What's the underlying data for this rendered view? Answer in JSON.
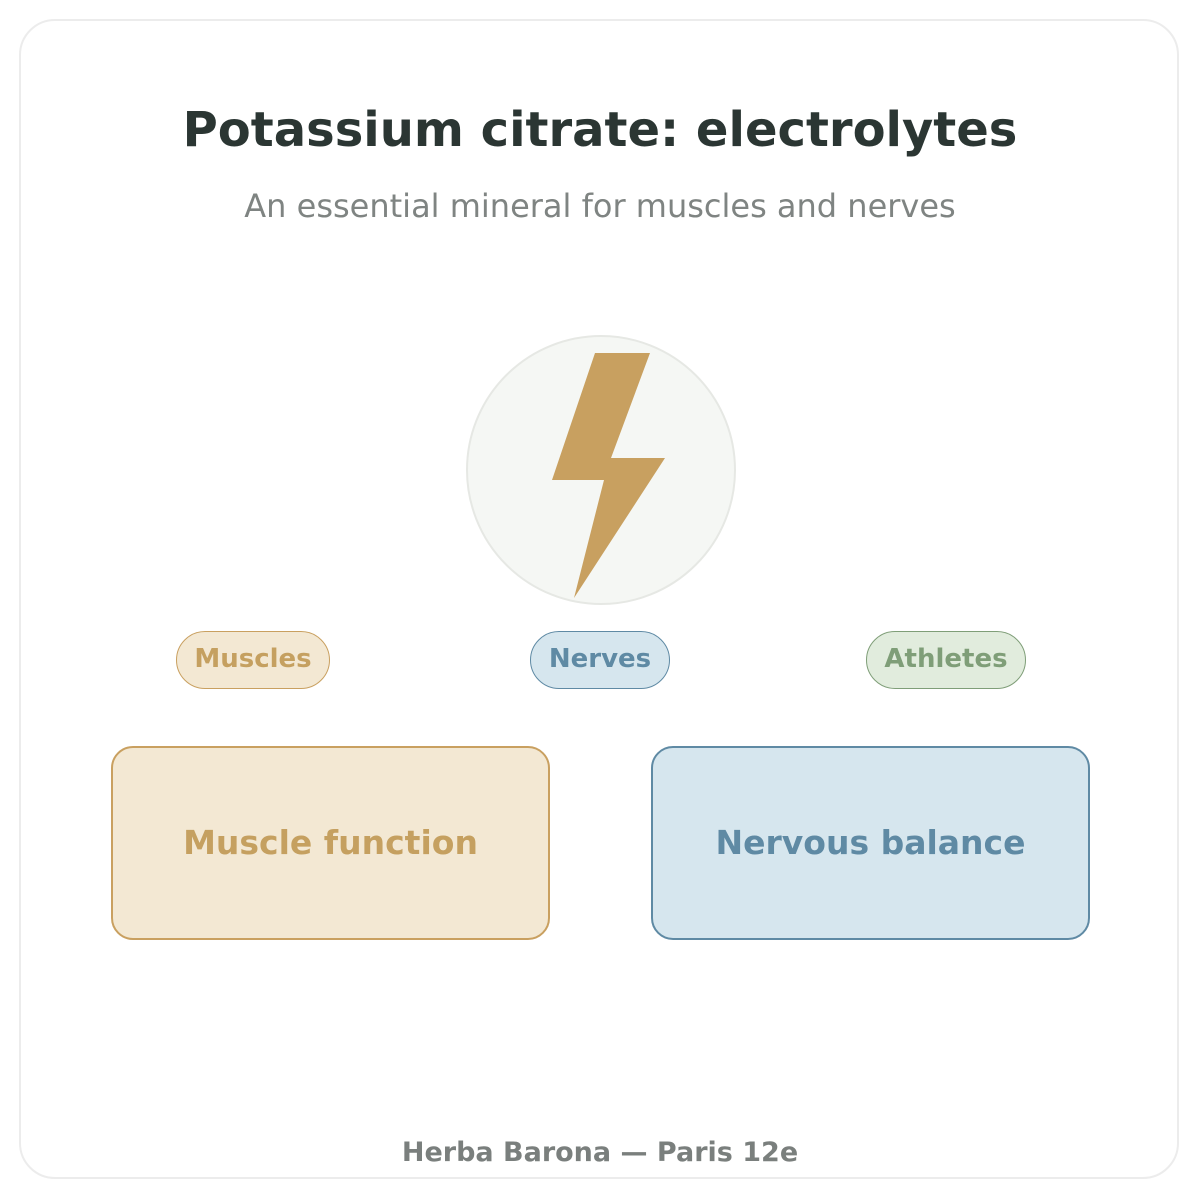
{
  "header": {
    "title": "Potassium citrate: electrolytes",
    "subtitle": "An essential mineral for muscles and nerves"
  },
  "hero": {
    "icon": "lightning-bolt-icon",
    "icon_color": "#c8a060"
  },
  "tags": [
    {
      "label": "Muscles",
      "color": "#c9a060"
    },
    {
      "label": "Nerves",
      "color": "#5f8aa4"
    },
    {
      "label": "Athletes",
      "color": "#7f9e78"
    }
  ],
  "boxes": [
    {
      "label": "Muscle function",
      "color": "#c9a060"
    },
    {
      "label": "Nervous balance",
      "color": "#5f8aa4"
    }
  ],
  "footer": {
    "text": "Herba Barona — Paris 12e"
  }
}
